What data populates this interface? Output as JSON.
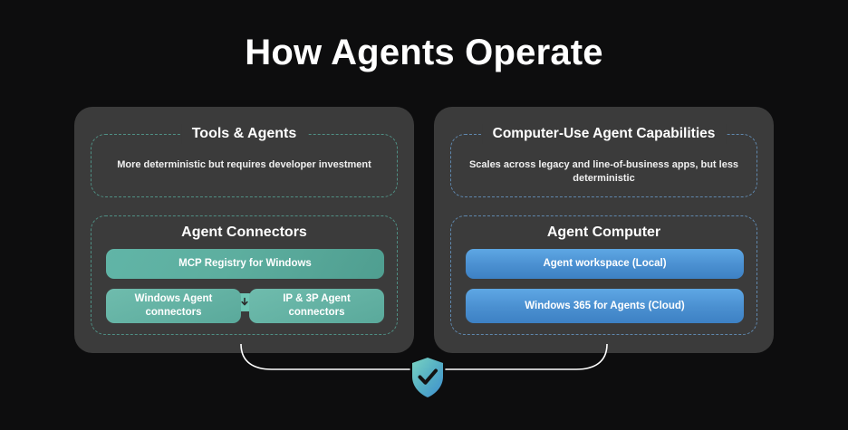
{
  "title": "How Agents Operate",
  "theme": {
    "background": "#0d0d0e",
    "panel_bg": "#3b3b3b",
    "teal_accent": "#5dae9f",
    "blue_accent": "#4a8fd0",
    "teal_dash_border": "#4f8f84",
    "blue_dash_border": "#5f87ad",
    "text": "#ffffff",
    "connector_line": "#ffffff"
  },
  "panels": [
    {
      "id": "tools-and-agents",
      "accent": "teal",
      "header": {
        "legend": "Tools & Agents",
        "description": "More deterministic but requires developer investment"
      },
      "arrow_icon": "arrow-down-icon",
      "body": {
        "title": "Agent Connectors",
        "items": [
          {
            "label": "MCP Registry for Windows",
            "span": "full"
          },
          {
            "label": "Windows Agent connectors",
            "span": "half"
          },
          {
            "label": "IP & 3P Agent connectors",
            "span": "half"
          }
        ]
      }
    },
    {
      "id": "computer-use-agent-capabilities",
      "accent": "blue",
      "header": {
        "legend": "Computer-Use Agent Capabilities",
        "description": "Scales across legacy and line-of-business apps, but less deterministic"
      },
      "arrow_icon": "arrow-down-icon",
      "body": {
        "title": "Agent Computer",
        "items": [
          {
            "label": "Agent workspace (Local)",
            "span": "full"
          },
          {
            "label": "Windows 365 for Agents (Cloud)",
            "span": "full"
          }
        ]
      }
    }
  ],
  "footer": {
    "icon": "shield-check-icon",
    "connector": "curved-line"
  }
}
